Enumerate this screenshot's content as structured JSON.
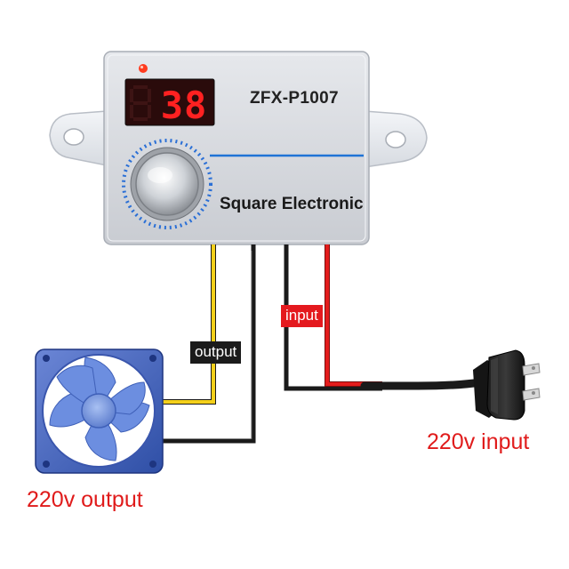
{
  "device": {
    "display_value": "38",
    "model": "ZFX-P1007",
    "brand": "Square Electronic",
    "colors": {
      "housing": "#d8dbe0",
      "display_red": "#ff1a1a",
      "accent_line": "#1f73d6",
      "knob_ring": "#2a6fd6"
    }
  },
  "labels": {
    "input_tag": "input",
    "output_tag": "output",
    "power_input": "220v input",
    "power_output": "220v output"
  },
  "wires": {
    "colors": {
      "yellow": "#f4d01a",
      "black": "#1a1a1a",
      "red": "#e41c1c"
    }
  },
  "icons": [
    "fan-icon",
    "power-plug-icon",
    "potentiometer-knob-icon",
    "status-led-icon"
  ]
}
